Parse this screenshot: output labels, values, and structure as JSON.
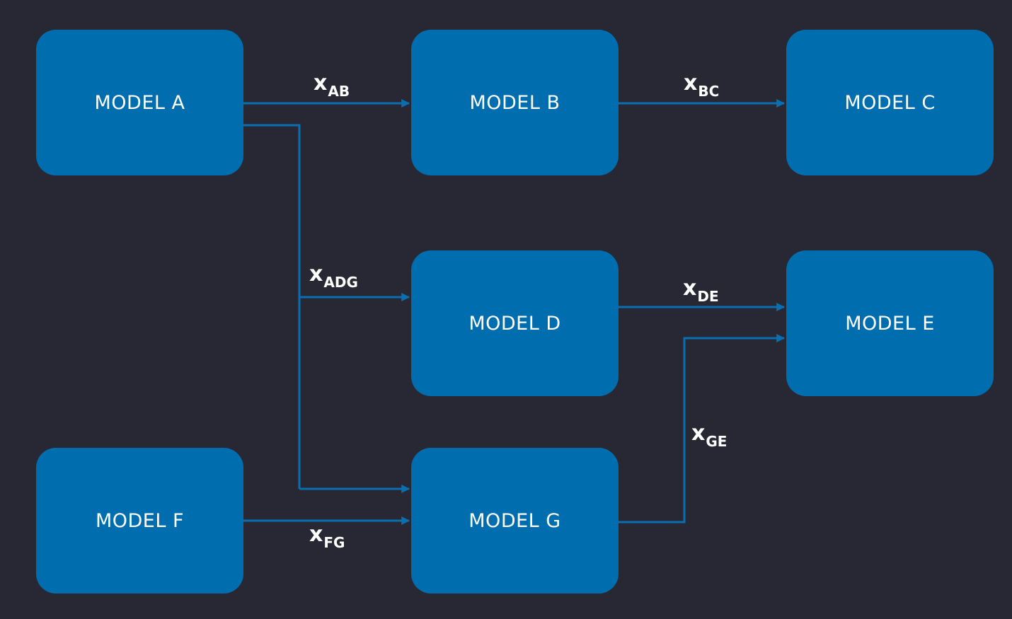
{
  "colors": {
    "background": "#272834",
    "node_fill": "#006eae",
    "edge_stroke": "#0a6fb0"
  },
  "nodes": {
    "a": {
      "label": "MODEL A"
    },
    "b": {
      "label": "MODEL B"
    },
    "c": {
      "label": "MODEL C"
    },
    "d": {
      "label": "MODEL D"
    },
    "e": {
      "label": "MODEL E"
    },
    "f": {
      "label": "MODEL F"
    },
    "g": {
      "label": "MODEL G"
    }
  },
  "edges": {
    "ab": {
      "var": "x",
      "sub": "AB",
      "from": "MODEL A",
      "to": "MODEL B"
    },
    "bc": {
      "var": "x",
      "sub": "BC",
      "from": "MODEL B",
      "to": "MODEL C"
    },
    "adg": {
      "var": "x",
      "sub": "ADG",
      "from": "MODEL A",
      "to": [
        "MODEL D",
        "MODEL G"
      ]
    },
    "de": {
      "var": "x",
      "sub": "DE",
      "from": "MODEL D",
      "to": "MODEL E"
    },
    "ge": {
      "var": "x",
      "sub": "GE",
      "from": "MODEL G",
      "to": "MODEL E"
    },
    "fg": {
      "var": "x",
      "sub": "FG",
      "from": "MODEL F",
      "to": "MODEL G"
    }
  }
}
